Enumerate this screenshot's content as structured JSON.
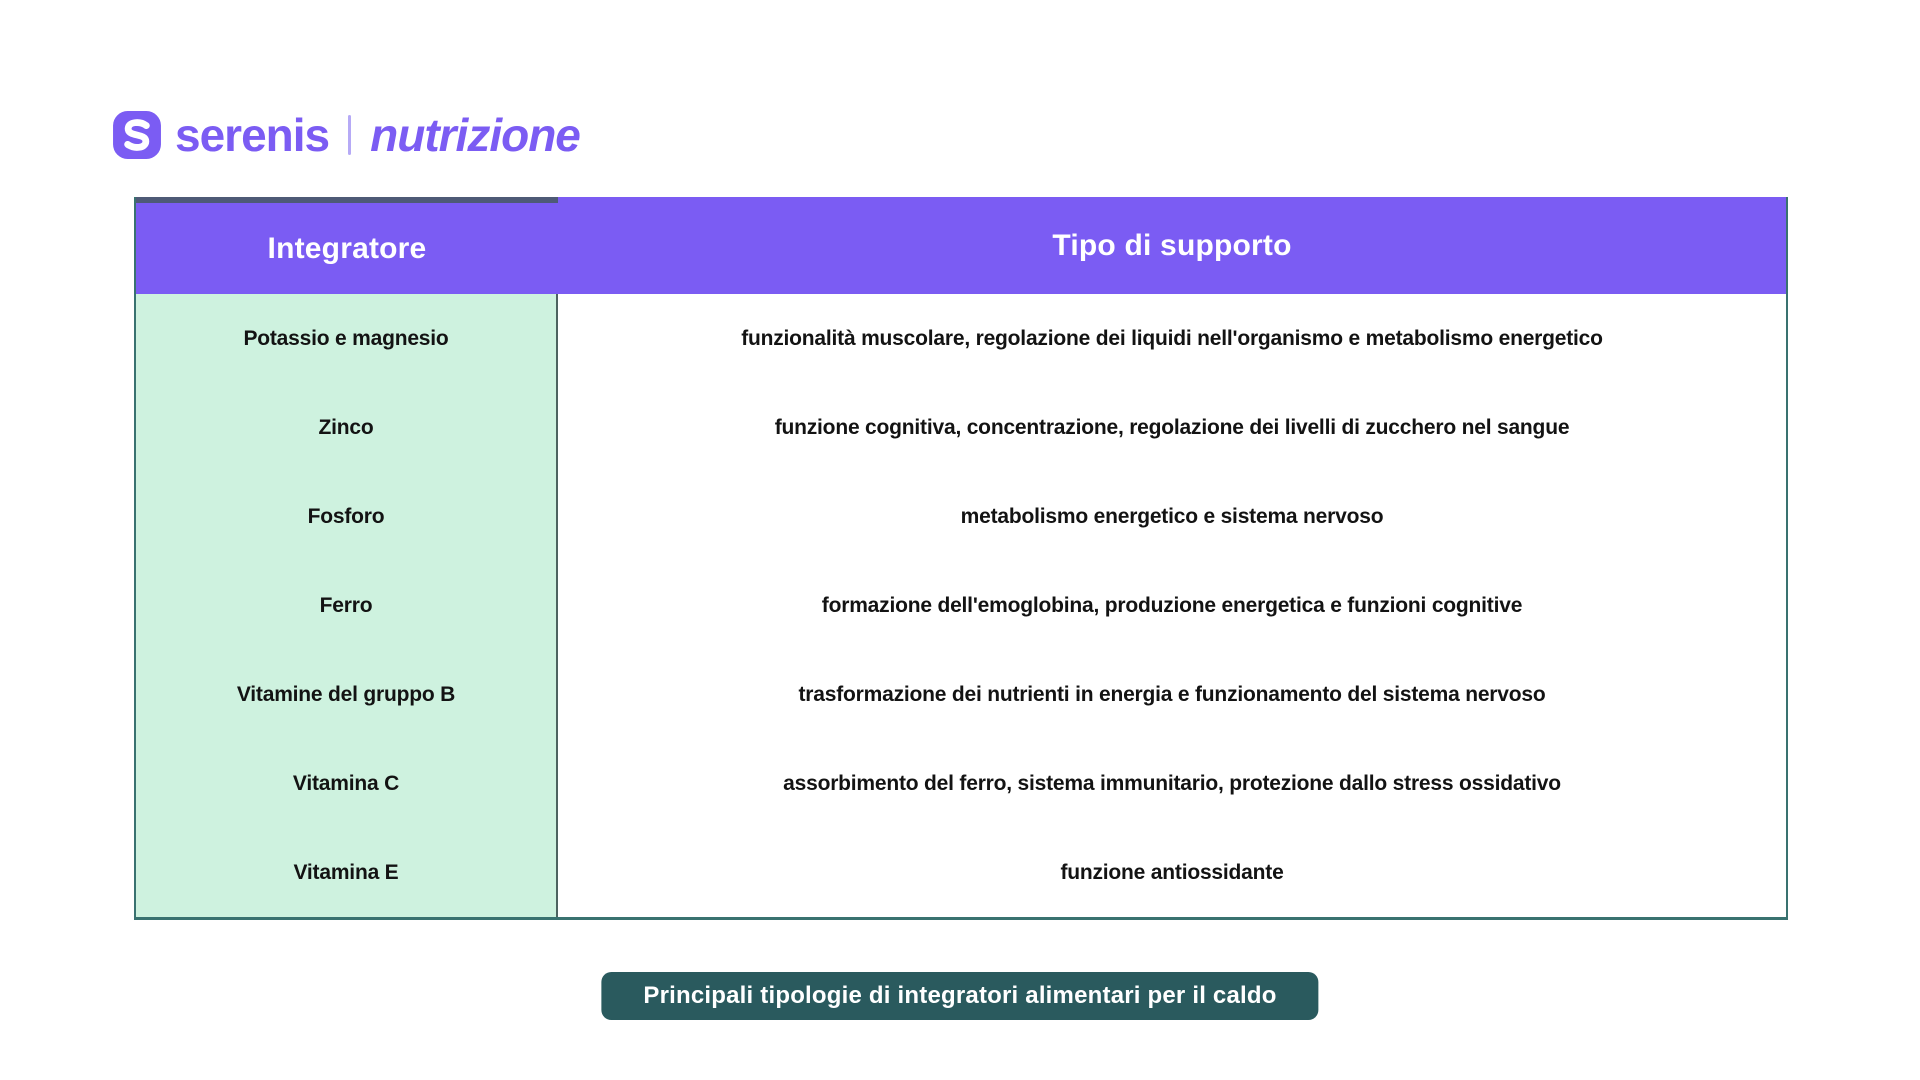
{
  "colors": {
    "brand_purple": "#7B5CF3",
    "header_bg": "#7B5CF3",
    "header_text": "#FFFFFF",
    "left_column_bg": "#CEF2DF",
    "row_text": "#131313",
    "table_border": "#397270",
    "column_divider": "#4D6360",
    "header_top_accent": "#4E5A76",
    "caption_bg": "#2A5A5E",
    "caption_text": "#FFFFFF"
  },
  "logo": {
    "icon": "serenis-s-icon",
    "brand": "serenis",
    "suffix": "nutrizione"
  },
  "table": {
    "headers": [
      "Integratore",
      "Tipo di supporto"
    ],
    "rows": [
      {
        "integratore": "Potassio e magnesio",
        "supporto": "funzionalità muscolare, regolazione dei liquidi nell'organismo e metabolismo energetico"
      },
      {
        "integratore": "Zinco",
        "supporto": "funzione cognitiva, concentrazione, regolazione dei livelli di zucchero nel sangue"
      },
      {
        "integratore": "Fosforo",
        "supporto": "metabolismo energetico e sistema nervoso"
      },
      {
        "integratore": "Ferro",
        "supporto": "formazione dell'emoglobina, produzione energetica e funzioni cognitive"
      },
      {
        "integratore": "Vitamine del gruppo B",
        "supporto": "trasformazione dei nutrienti in energia e funzionamento del sistema nervoso"
      },
      {
        "integratore": "Vitamina C",
        "supporto": "assorbimento del ferro, sistema immunitario, protezione dallo stress ossidativo"
      },
      {
        "integratore": "Vitamina E",
        "supporto": "funzione antiossidante"
      }
    ]
  },
  "caption": {
    "label": "Principali tipologie di integratori alimentari per il caldo"
  },
  "chart_data": {
    "type": "table",
    "columns": [
      "Integratore",
      "Tipo di supporto"
    ],
    "rows": [
      [
        "Potassio e magnesio",
        "funzionalità muscolare, regolazione dei liquidi nell'organismo e metabolismo energetico"
      ],
      [
        "Zinco",
        "funzione cognitiva, concentrazione, regolazione dei livelli di zucchero nel sangue"
      ],
      [
        "Fosforo",
        "metabolismo energetico e sistema nervoso"
      ],
      [
        "Ferro",
        "formazione dell'emoglobina, produzione energetica e funzioni cognitive"
      ],
      [
        "Vitamine del gruppo B",
        "trasformazione dei nutrienti in energia e funzionamento del sistema nervoso"
      ],
      [
        "Vitamina C",
        "assorbimento del ferro, sistema immunitario, protezione dallo stress ossidativo"
      ],
      [
        "Vitamina E",
        "funzione antiossidante"
      ]
    ],
    "caption": "Principali tipologie di integratori alimentari per il caldo"
  }
}
